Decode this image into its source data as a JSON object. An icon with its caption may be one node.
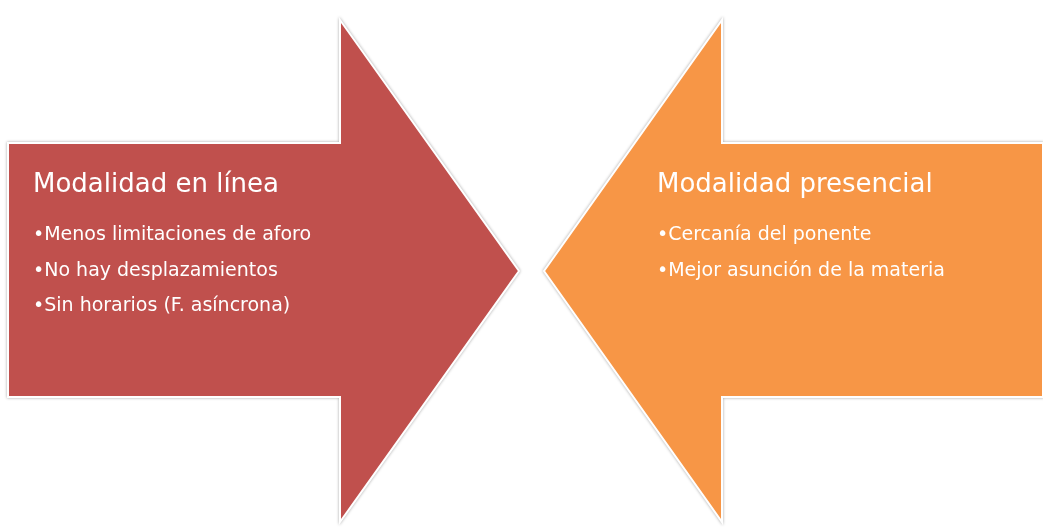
{
  "diagram": {
    "nodes": [
      {
        "text": [
          "Modalidad en línea",
          "•Menos limitaciones de aforo",
          "•No hay desplazamientos",
          "•Sin horarios (F. asíncrona)"
        ]
      },
      {
        "text": [
          "Modalidad presencial",
          "•Cercanía del ponente",
          "•Mejor asunción de la materia"
        ]
      }
    ]
  }
}
